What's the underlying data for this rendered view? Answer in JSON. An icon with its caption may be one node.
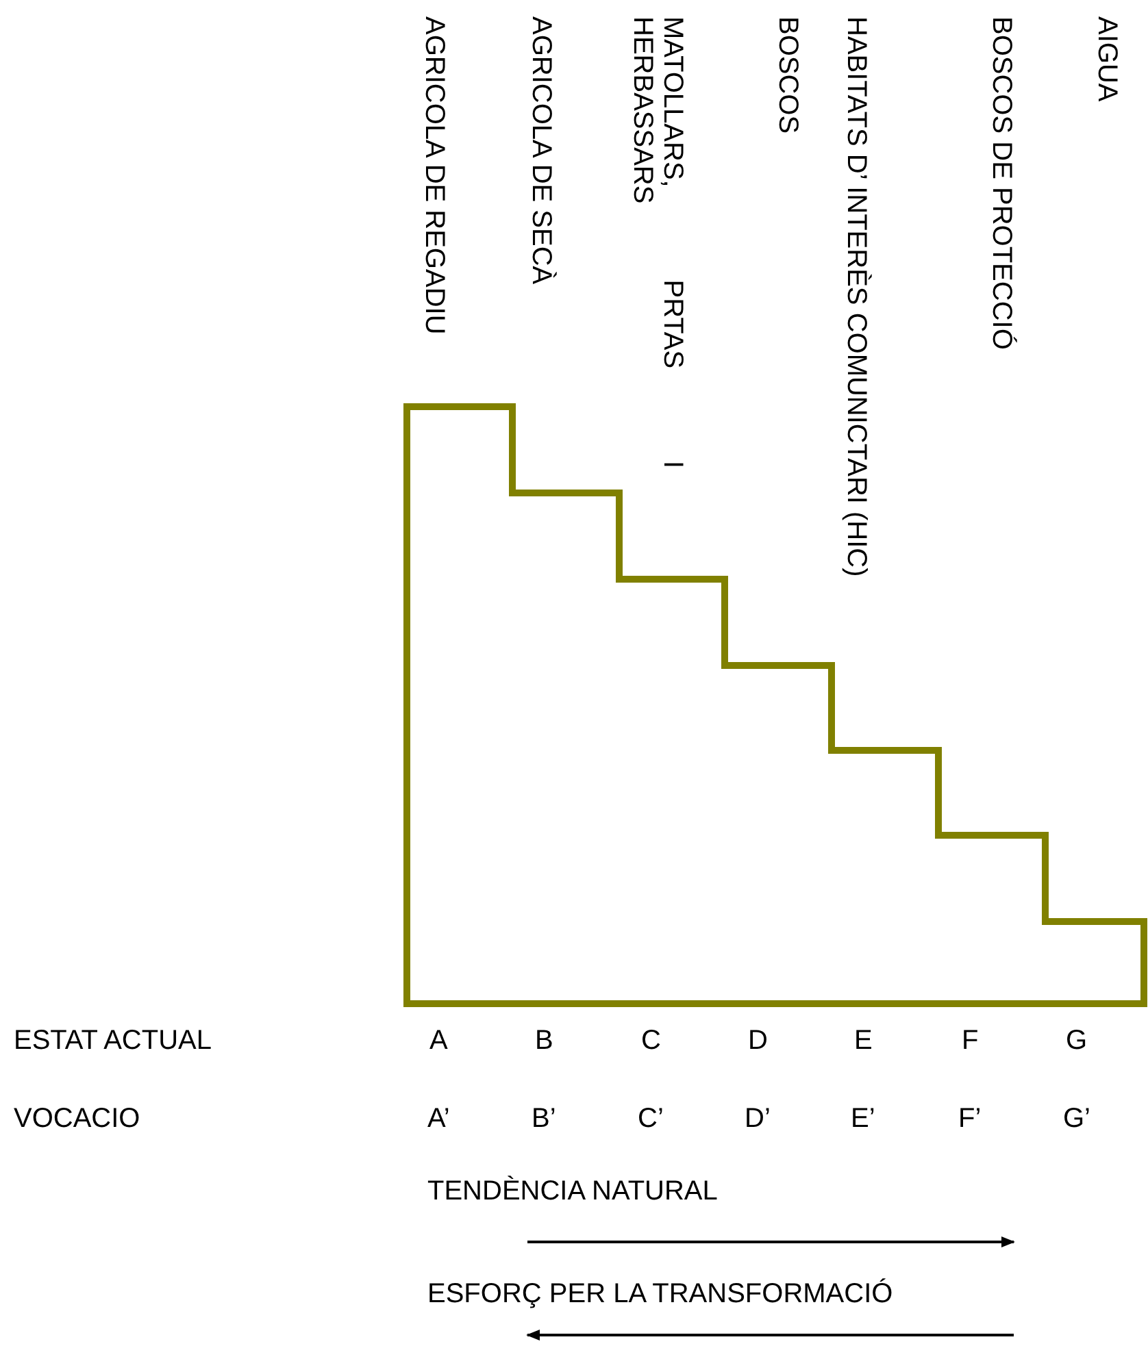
{
  "diagram": {
    "labels": [
      "AGRICOLA DE REGADIU",
      "AGRICOLA DE SECÀ",
      "MATOLLARS, PRTAS I HERBASSARS",
      "BOSCOS",
      "HABITATS D’ INTERÈS COMUNICTARI (HIC)",
      "BOSCOS DE PROTECCIÓ",
      "AIGUA",
      "ESTAT ACTUAL",
      "A",
      "B",
      "C",
      "D",
      "E",
      "F",
      "G",
      "VOCACIO",
      "A’",
      "B’",
      "C’",
      "D’",
      "E’",
      "F’",
      "G’",
      "TENDÈNCIA NATURAL",
      "ESFORÇ PER LA TRANSFORMACIÓ"
    ]
  }
}
